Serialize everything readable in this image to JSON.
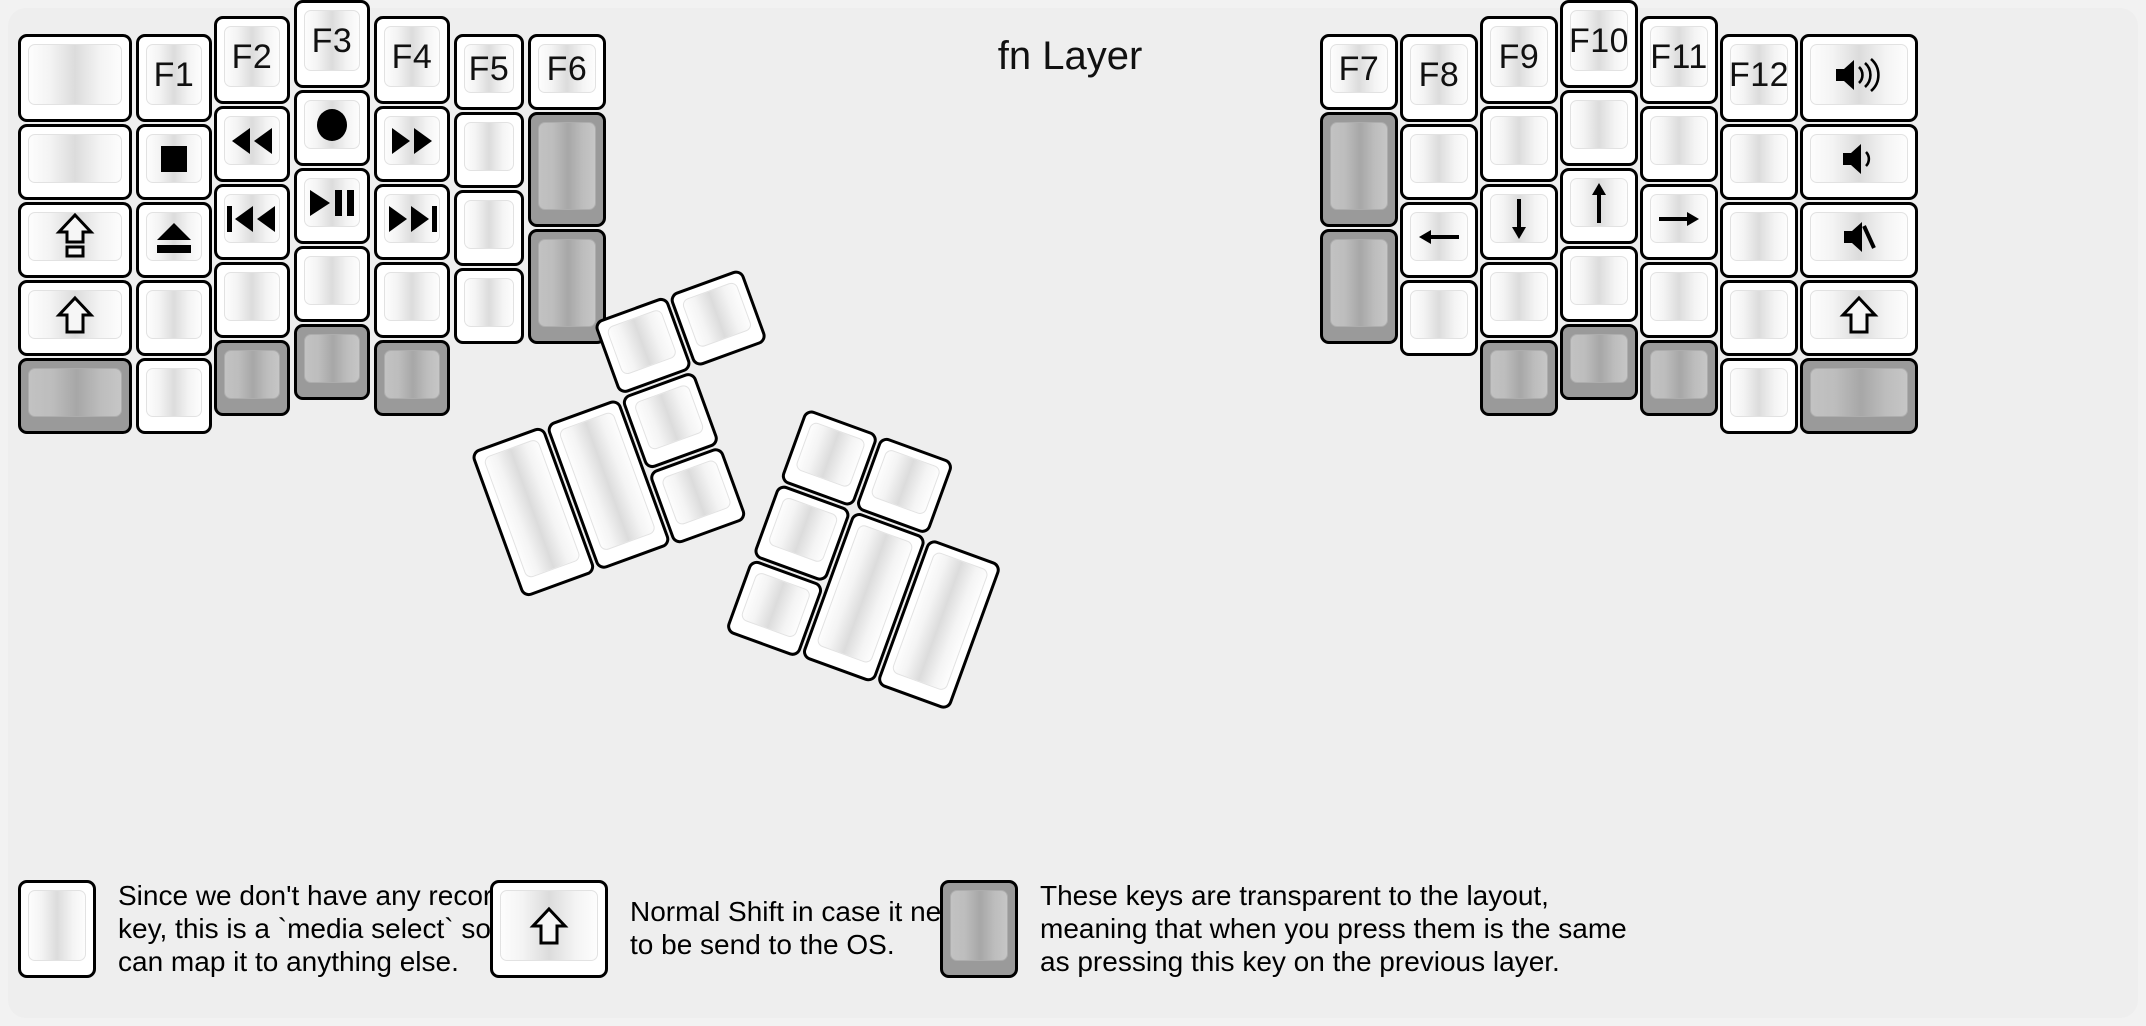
{
  "title": "fn Layer",
  "colors": {
    "background": "#f2f2f2",
    "frame": "#eeeeee",
    "key_border": "#000000",
    "key_face": "#ffffff",
    "transparent_key": "#9a9a9a",
    "text": "#111111"
  },
  "legend": [
    {
      "icon": "record-dot-icon",
      "key_style": "normal",
      "text": "Since we don't have any recording\nkey, this is a `media select` so user\ncan map it to anything else."
    },
    {
      "icon": "shift-arrow-icon",
      "key_style": "normal",
      "text": "Normal Shift in case it needs\nto be send to the OS."
    },
    {
      "icon": "blank",
      "key_style": "transparent",
      "text": "These keys are transparent to the layout,\nmeaning that when you press them is the same\nas pressing this key on the previous layer."
    }
  ],
  "left_half": {
    "columns": [
      {
        "name": "col-outer-left",
        "keys": [
          {
            "label": "",
            "icon": "blank",
            "style": "normal"
          },
          {
            "label": "",
            "icon": "blank",
            "style": "normal"
          },
          {
            "label": "",
            "icon": "caps-lock-icon",
            "style": "normal"
          },
          {
            "label": "",
            "icon": "shift-arrow-icon",
            "style": "normal"
          },
          {
            "label": "",
            "icon": "blank",
            "style": "transparent"
          }
        ]
      },
      {
        "name": "col-f1",
        "keys": [
          {
            "label": "F1",
            "icon": "text",
            "style": "normal"
          },
          {
            "label": "",
            "icon": "media-stop-icon",
            "style": "normal"
          },
          {
            "label": "",
            "icon": "media-eject-icon",
            "style": "normal"
          },
          {
            "label": "",
            "icon": "blank",
            "style": "normal"
          },
          {
            "label": "",
            "icon": "blank",
            "style": "normal"
          }
        ]
      },
      {
        "name": "col-f2",
        "keys": [
          {
            "label": "F2",
            "icon": "text",
            "style": "normal"
          },
          {
            "label": "",
            "icon": "media-rewind-icon",
            "style": "normal"
          },
          {
            "label": "",
            "icon": "media-prev-track-icon",
            "style": "normal"
          },
          {
            "label": "",
            "icon": "blank",
            "style": "normal"
          },
          {
            "label": "",
            "icon": "blank",
            "style": "transparent"
          }
        ]
      },
      {
        "name": "col-f3",
        "keys": [
          {
            "label": "F3",
            "icon": "text",
            "style": "normal"
          },
          {
            "label": "",
            "icon": "media-record-icon",
            "style": "normal"
          },
          {
            "label": "",
            "icon": "media-play-pause-icon",
            "style": "normal"
          },
          {
            "label": "",
            "icon": "blank",
            "style": "normal"
          },
          {
            "label": "",
            "icon": "blank",
            "style": "transparent"
          }
        ]
      },
      {
        "name": "col-f4",
        "keys": [
          {
            "label": "F4",
            "icon": "text",
            "style": "normal"
          },
          {
            "label": "",
            "icon": "media-fast-forward-icon",
            "style": "normal"
          },
          {
            "label": "",
            "icon": "media-next-track-icon",
            "style": "normal"
          },
          {
            "label": "",
            "icon": "blank",
            "style": "normal"
          },
          {
            "label": "",
            "icon": "blank",
            "style": "transparent"
          }
        ]
      },
      {
        "name": "col-f5",
        "keys": [
          {
            "label": "F5",
            "icon": "text",
            "style": "normal"
          },
          {
            "label": "",
            "icon": "blank",
            "style": "normal"
          },
          {
            "label": "",
            "icon": "blank",
            "style": "normal"
          },
          {
            "label": "",
            "icon": "blank",
            "style": "normal"
          }
        ]
      },
      {
        "name": "col-f6",
        "keys": [
          {
            "label": "F6",
            "icon": "text",
            "style": "normal"
          },
          {
            "label": "",
            "icon": "blank",
            "style": "transparent"
          },
          {
            "label": "",
            "icon": "blank",
            "style": "transparent"
          }
        ]
      }
    ],
    "thumb_cluster": [
      {
        "name": "thumb-big-1",
        "icon": "blank",
        "style": "normal"
      },
      {
        "name": "thumb-big-2",
        "icon": "blank",
        "style": "normal"
      },
      {
        "name": "thumb-small-1",
        "icon": "blank",
        "style": "normal"
      },
      {
        "name": "thumb-small-2",
        "icon": "blank",
        "style": "normal"
      },
      {
        "name": "thumb-small-3",
        "icon": "blank",
        "style": "normal"
      },
      {
        "name": "thumb-small-4",
        "icon": "blank",
        "style": "normal"
      }
    ]
  },
  "right_half": {
    "columns": [
      {
        "name": "col-f7",
        "keys": [
          {
            "label": "F7",
            "icon": "text",
            "style": "normal"
          },
          {
            "label": "",
            "icon": "blank",
            "style": "transparent"
          },
          {
            "label": "",
            "icon": "blank",
            "style": "transparent"
          }
        ]
      },
      {
        "name": "col-f8",
        "keys": [
          {
            "label": "F8",
            "icon": "text",
            "style": "normal"
          },
          {
            "label": "",
            "icon": "blank",
            "style": "normal"
          },
          {
            "label": "",
            "icon": "arrow-left-icon",
            "style": "normal"
          },
          {
            "label": "",
            "icon": "blank",
            "style": "normal"
          }
        ]
      },
      {
        "name": "col-f9",
        "keys": [
          {
            "label": "F9",
            "icon": "text",
            "style": "normal"
          },
          {
            "label": "",
            "icon": "blank",
            "style": "normal"
          },
          {
            "label": "",
            "icon": "arrow-down-icon",
            "style": "normal"
          },
          {
            "label": "",
            "icon": "blank",
            "style": "normal"
          },
          {
            "label": "",
            "icon": "blank",
            "style": "transparent"
          }
        ]
      },
      {
        "name": "col-f10",
        "keys": [
          {
            "label": "F10",
            "icon": "text",
            "style": "normal"
          },
          {
            "label": "",
            "icon": "blank",
            "style": "normal"
          },
          {
            "label": "",
            "icon": "arrow-up-icon",
            "style": "normal"
          },
          {
            "label": "",
            "icon": "blank",
            "style": "normal"
          },
          {
            "label": "",
            "icon": "blank",
            "style": "transparent"
          }
        ]
      },
      {
        "name": "col-f11",
        "keys": [
          {
            "label": "F11",
            "icon": "text",
            "style": "normal"
          },
          {
            "label": "",
            "icon": "blank",
            "style": "normal"
          },
          {
            "label": "",
            "icon": "arrow-right-icon",
            "style": "normal"
          },
          {
            "label": "",
            "icon": "blank",
            "style": "normal"
          },
          {
            "label": "",
            "icon": "blank",
            "style": "transparent"
          }
        ]
      },
      {
        "name": "col-f12",
        "keys": [
          {
            "label": "F12",
            "icon": "text",
            "style": "normal"
          },
          {
            "label": "",
            "icon": "blank",
            "style": "normal"
          },
          {
            "label": "",
            "icon": "blank",
            "style": "normal"
          },
          {
            "label": "",
            "icon": "blank",
            "style": "normal"
          },
          {
            "label": "",
            "icon": "blank",
            "style": "normal"
          }
        ]
      },
      {
        "name": "col-outer-right",
        "keys": [
          {
            "label": "",
            "icon": "volume-up-icon",
            "style": "normal"
          },
          {
            "label": "",
            "icon": "volume-down-icon",
            "style": "normal"
          },
          {
            "label": "",
            "icon": "volume-mute-icon",
            "style": "normal"
          },
          {
            "label": "",
            "icon": "shift-arrow-icon",
            "style": "normal"
          },
          {
            "label": "",
            "icon": "blank",
            "style": "transparent"
          }
        ]
      }
    ],
    "thumb_cluster": [
      {
        "name": "thumb-small-1",
        "icon": "blank",
        "style": "normal"
      },
      {
        "name": "thumb-small-2",
        "icon": "blank",
        "style": "normal"
      },
      {
        "name": "thumb-small-3",
        "icon": "blank",
        "style": "normal"
      },
      {
        "name": "thumb-small-4",
        "icon": "blank",
        "style": "normal"
      },
      {
        "name": "thumb-big-1",
        "icon": "blank",
        "style": "normal"
      },
      {
        "name": "thumb-big-2",
        "icon": "blank",
        "style": "normal"
      }
    ]
  }
}
